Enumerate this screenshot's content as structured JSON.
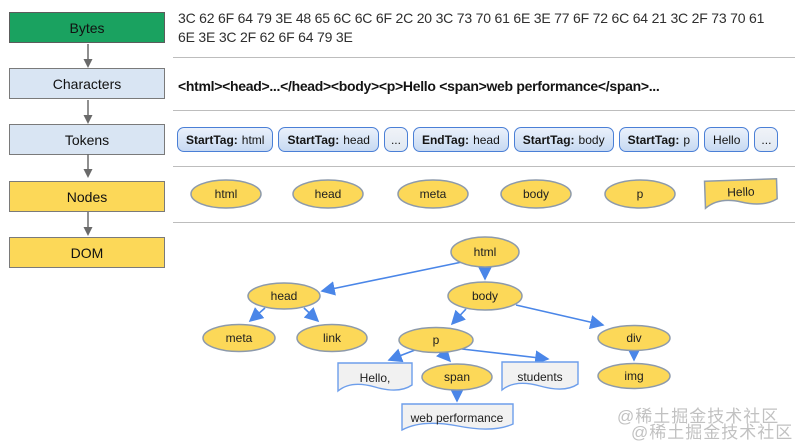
{
  "pipeline": {
    "stages": [
      {
        "label": "Bytes"
      },
      {
        "label": "Characters"
      },
      {
        "label": "Tokens"
      },
      {
        "label": "Nodes"
      },
      {
        "label": "DOM"
      }
    ]
  },
  "bytes_row": {
    "hex_line1": "3C 62 6F 64 79 3E 48 65 6C 6C 6F 2C 20 3C 73 70 61 6E 3E 77 6F 72 6C 64 21 3C 2F 73 70 61",
    "hex_line2": "6E 3E 3C 2F 62 6F 64 79 3E"
  },
  "characters_row": {
    "text": "<html><head>...</head><body><p>Hello <span>web performance</span>..."
  },
  "tokens_row": {
    "tokens": [
      {
        "label": "StartTag:",
        "value": "html"
      },
      {
        "label": "StartTag:",
        "value": "head"
      },
      {
        "label": "",
        "value": "..."
      },
      {
        "label": "EndTag:",
        "value": "head"
      },
      {
        "label": "StartTag:",
        "value": "body"
      },
      {
        "label": "StartTag:",
        "value": "p"
      },
      {
        "label": "",
        "value": "Hello"
      },
      {
        "label": "",
        "value": "..."
      }
    ]
  },
  "nodes_row": {
    "ellipses": [
      "html",
      "head",
      "meta",
      "body",
      "p"
    ],
    "text_node": "Hello"
  },
  "dom_tree": {
    "html": "html",
    "head": "head",
    "body": "body",
    "meta": "meta",
    "link": "link",
    "p": "p",
    "div": "div",
    "span": "span",
    "img": "img",
    "text_hello": "Hello,",
    "text_students": "students",
    "text_webperf": "web performance"
  },
  "watermark": {
    "text": "@稀土掘金技术社区"
  },
  "colors": {
    "bytes_green": "#1aa260",
    "stage_light_blue": "#d9e5f3",
    "node_yellow": "#fcd858",
    "node_stroke_gray": "#8d9aab",
    "token_border_blue": "#4a7fd6",
    "tree_edge_blue": "#4a86e8",
    "text_node_fill": "#f1f1f1",
    "divider_gray": "#bdbdbd"
  }
}
